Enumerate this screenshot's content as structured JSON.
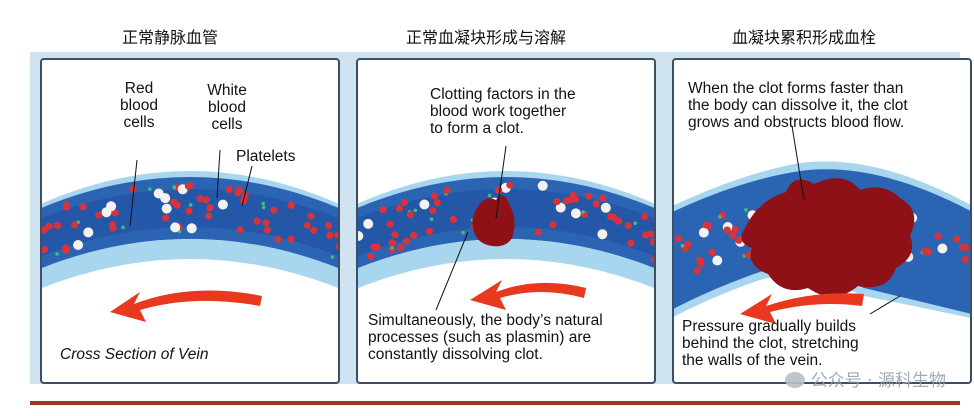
{
  "panels": [
    {
      "title": "正常静脉血管",
      "labels": {
        "red": "Red\nblood\ncells",
        "white": "White\nblood\ncells",
        "platelets": "Platelets",
        "caption": "Cross Section of Vein"
      }
    },
    {
      "title": "正常血凝块形成与溶解",
      "labels": {
        "top": "Clotting factors in the\nblood work together\nto form a clot.",
        "bottom": "Simultaneously, the body’s natural\nprocesses (such as plasmin) are\nconstantly dissolving clot."
      }
    },
    {
      "title": "血凝块累积形成血栓",
      "labels": {
        "top": "When the clot forms faster than\nthe body can dissolve it, the clot\ngrows and obstructs blood flow.",
        "bottom": "Pressure gradually builds\nbehind the clot, stretching\nthe walls of the vein."
      }
    }
  ],
  "watermark": "公众号 · 源科生物",
  "colors": {
    "vessel_outer": "#2b64b3",
    "vessel_inner": "#1b3f8f",
    "wall": "#a9d6ef",
    "red_cell": "#d8323a",
    "white_cell": "#f2f2ee",
    "platelet": "#3ec07a",
    "clot": "#8f1118",
    "arrow": "#e8381e",
    "footer": "#9a3b22"
  }
}
